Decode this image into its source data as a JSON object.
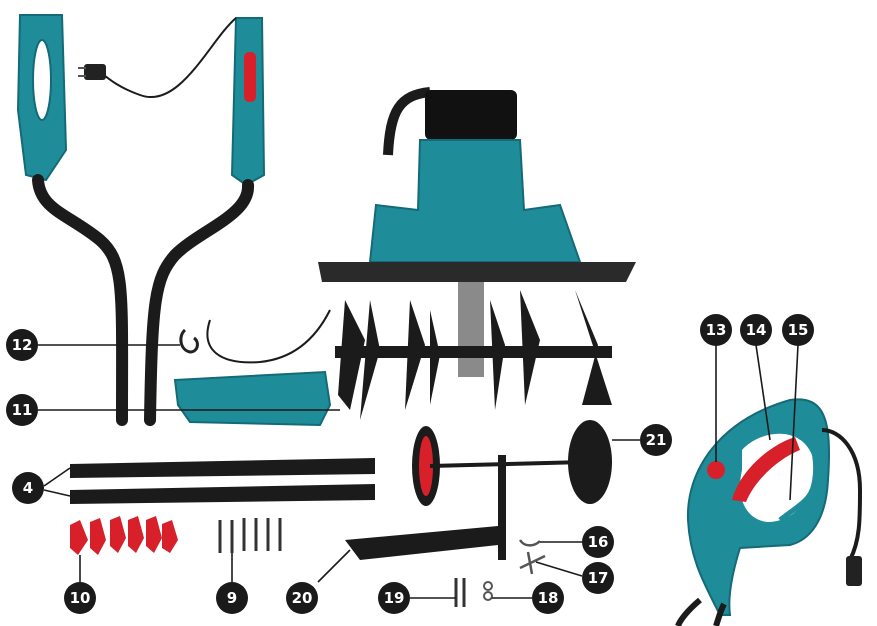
{
  "diagram": {
    "callouts": [
      {
        "id": "c4",
        "label": "4"
      },
      {
        "id": "c9",
        "label": "9"
      },
      {
        "id": "c10",
        "label": "10"
      },
      {
        "id": "c11",
        "label": "11"
      },
      {
        "id": "c12",
        "label": "12"
      },
      {
        "id": "c13",
        "label": "13"
      },
      {
        "id": "c14",
        "label": "14"
      },
      {
        "id": "c15",
        "label": "15"
      },
      {
        "id": "c16",
        "label": "16"
      },
      {
        "id": "c17",
        "label": "17"
      },
      {
        "id": "c18",
        "label": "18"
      },
      {
        "id": "c19",
        "label": "19"
      },
      {
        "id": "c20",
        "label": "20"
      },
      {
        "id": "c21",
        "label": "21"
      }
    ]
  },
  "colors": {
    "body_teal": "#1f8c9a",
    "body_teal_dark": "#146a76",
    "accent_red": "#d8202a",
    "metal_black": "#1b1b1b",
    "badge": "#1a1a1a"
  }
}
